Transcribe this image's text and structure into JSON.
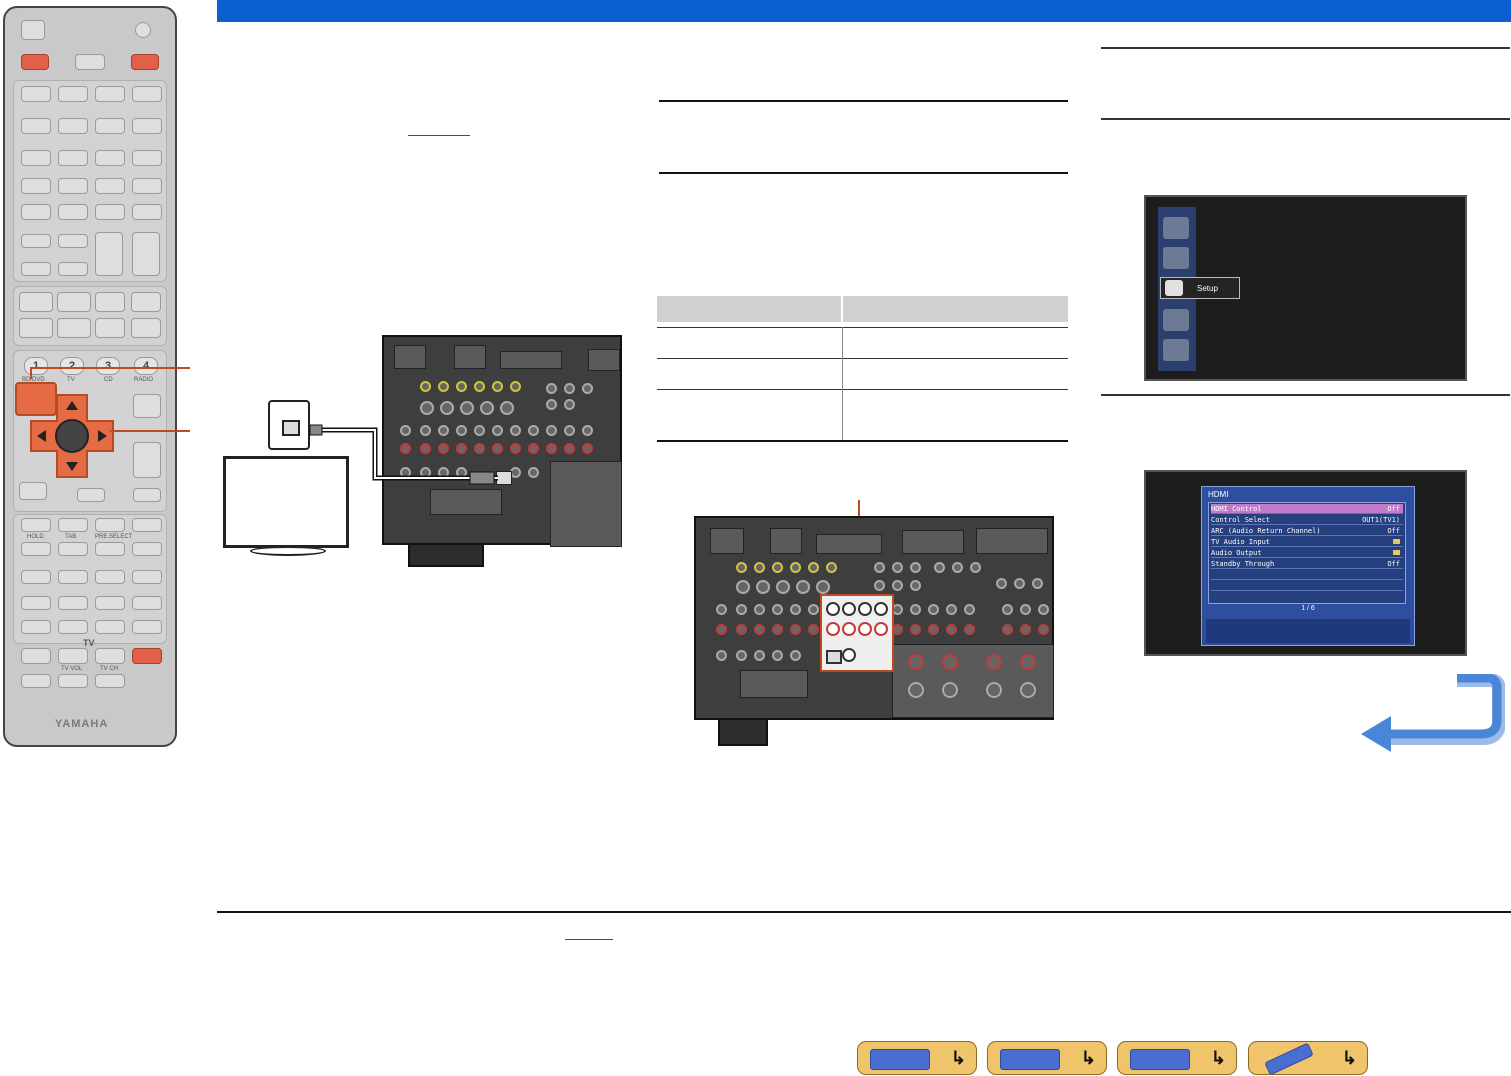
{
  "remote": {
    "input_keys": [
      "1",
      "2",
      "3",
      "4"
    ],
    "input_key_labels": [
      "BD/DVD",
      "TV",
      "CD",
      "RADIO"
    ],
    "transport_labels": [
      "HOLD",
      "TAB",
      "PRE.SELECT"
    ],
    "tv_label": "TV",
    "tv_vol_label": "TV VOL",
    "tv_ch_label": "TV CH",
    "brand": "YAMAHA"
  },
  "osd_menu": {
    "setup_label": "Setup"
  },
  "osd_hdmi": {
    "title": "HDMI",
    "rows": [
      {
        "label": "HDMI Control",
        "value": "Off"
      },
      {
        "label": "Control Select",
        "value": "OUT1(TV1)"
      },
      {
        "label": "ARC (Audio Return Channel)",
        "value": "Off"
      },
      {
        "label": "TV Audio Input",
        "value": ""
      },
      {
        "label": "Audio Output",
        "value": ""
      },
      {
        "label": "Standby Through",
        "value": "Off"
      }
    ],
    "page": "1 / 6"
  },
  "nav_icons": [
    "receiver-front-icon",
    "receiver-rear-icon",
    "keyboard-panel-icon",
    "remote-icon"
  ],
  "colors": {
    "banner": "#0c5fcf",
    "highlight": "#e56b44",
    "link": "#1a4fc9",
    "return_arrow": "#4a86d8",
    "nav_button": "#f0c46a"
  }
}
